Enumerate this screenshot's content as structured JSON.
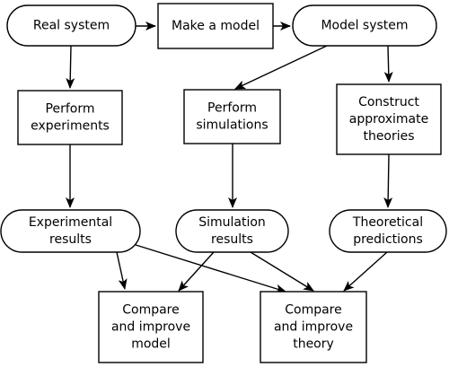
{
  "nodes": {
    "real_system": {
      "lines": [
        "Real system"
      ],
      "shape": "rounded"
    },
    "make_model": {
      "lines": [
        "Make a model"
      ],
      "shape": "rect"
    },
    "model_system": {
      "lines": [
        "Model system"
      ],
      "shape": "rounded"
    },
    "perform_experiments": {
      "lines": [
        "Perform",
        "experiments"
      ],
      "shape": "rect"
    },
    "perform_simulations": {
      "lines": [
        "Perform",
        "simulations"
      ],
      "shape": "rect"
    },
    "construct_theories": {
      "lines": [
        "Construct",
        "approximate",
        "theories"
      ],
      "shape": "rect"
    },
    "experimental_results": {
      "lines": [
        "Experimental",
        "results"
      ],
      "shape": "rounded"
    },
    "simulation_results": {
      "lines": [
        "Simulation",
        "results"
      ],
      "shape": "rounded"
    },
    "theoretical_predictions": {
      "lines": [
        "Theoretical",
        "predictions"
      ],
      "shape": "rounded"
    },
    "compare_model": {
      "lines": [
        "Compare",
        "and improve",
        "model"
      ],
      "shape": "rect"
    },
    "compare_theory": {
      "lines": [
        "Compare",
        "and improve",
        "theory"
      ],
      "shape": "rect"
    }
  },
  "edges": [
    {
      "from": "real_system",
      "to": "make_model"
    },
    {
      "from": "make_model",
      "to": "model_system"
    },
    {
      "from": "real_system",
      "to": "perform_experiments"
    },
    {
      "from": "model_system",
      "to": "perform_simulations"
    },
    {
      "from": "model_system",
      "to": "construct_theories"
    },
    {
      "from": "perform_experiments",
      "to": "experimental_results"
    },
    {
      "from": "perform_simulations",
      "to": "simulation_results"
    },
    {
      "from": "construct_theories",
      "to": "theoretical_predictions"
    },
    {
      "from": "experimental_results",
      "to": "compare_model"
    },
    {
      "from": "experimental_results",
      "to": "compare_theory"
    },
    {
      "from": "simulation_results",
      "to": "compare_model"
    },
    {
      "from": "simulation_results",
      "to": "compare_theory"
    },
    {
      "from": "theoretical_predictions",
      "to": "compare_theory"
    }
  ]
}
